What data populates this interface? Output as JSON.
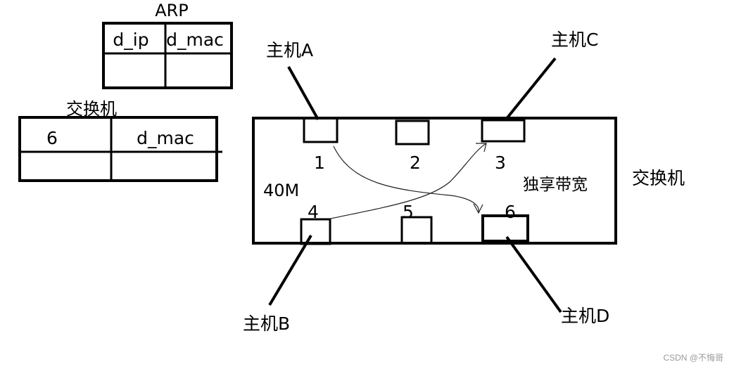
{
  "arp_table": {
    "title": "ARP",
    "headers": [
      "d_ip",
      "d_mac"
    ],
    "rows": [
      [
        "",
        ""
      ]
    ]
  },
  "switch_table": {
    "title": "交换机",
    "headers": [
      "6",
      "d_mac"
    ],
    "rows": [
      [
        "",
        ""
      ]
    ]
  },
  "switch": {
    "label": "交换机",
    "bandwidth_shared": "40M",
    "bandwidth_dedicated": "独享带宽",
    "ports": [
      "1",
      "2",
      "3",
      "4",
      "5",
      "6"
    ]
  },
  "hosts": {
    "a": "主机A",
    "b": "主机B",
    "c": "主机C",
    "d": "主机D"
  },
  "watermark": "CSDN @不悔哥"
}
